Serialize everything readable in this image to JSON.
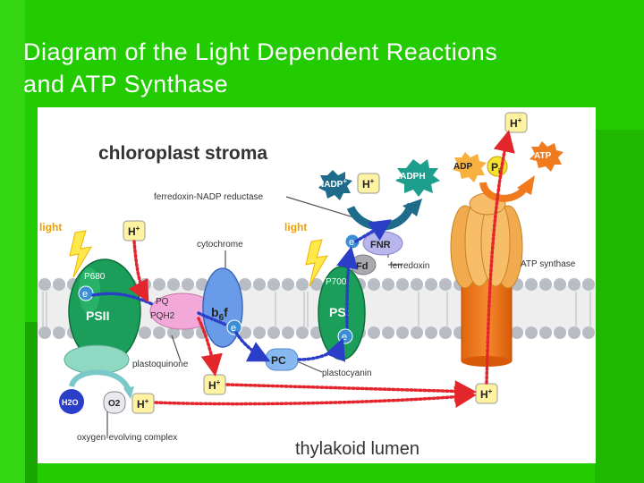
{
  "slide": {
    "title_line1": "Diagram of the Light Dependent Reactions",
    "title_line2": "and ATP Synthase"
  },
  "diagram": {
    "stroma_label": "chloroplast stroma",
    "lumen_label": "thylakoid lumen",
    "light_left": "light",
    "light_right": "light",
    "fnr_reductase_label": "ferredoxin-NADP reductase",
    "cytochrome_label": "cytochrome",
    "ferredoxin_label": "ferredoxin",
    "atp_synthase_label": "ATP synthase",
    "plastoquinone_label": "plastoquinone",
    "plastocyanin_label": "plastocyanin",
    "oec_label": "oxygen-evolving complex",
    "p680": "P680",
    "p700": "P700",
    "psii": "PSII",
    "psi": "PSI",
    "pq": "PQ",
    "pqh2": "PQH2",
    "b6f_b": "b",
    "b6f_sub": "6",
    "b6f_f": "f",
    "pc": "PC",
    "fnr": "FNR",
    "fd": "Fd",
    "electron": "e",
    "h_plus": "H",
    "plus": "+",
    "nadp": "NADP",
    "nadph": "NADPH",
    "adp": "ADP",
    "pi": "P",
    "pi_sub": "i",
    "atp": "ATP",
    "h2o": "H2O",
    "o2": "O2"
  },
  "colors": {
    "slide_bg": "#22cc00",
    "membrane_head": "#b8bcc4",
    "psii_fill": "#1a9e5a",
    "psi_fill": "#1a9e5a",
    "b6f_fill": "#6a9be8",
    "pq_fill": "#f2a8d8",
    "fd_fill": "#a9a9b0",
    "fnr_fill": "#b8b6ec",
    "pc_fill": "#88b8f0",
    "h_fill": "#fff2a0",
    "atp_synthase_head": "#f2aa4e",
    "atp_synthase_stalk": "#f07a1e",
    "proton_path": "#e3262c",
    "electron_path": "#2a3ec8",
    "label_dark": "#333333"
  }
}
